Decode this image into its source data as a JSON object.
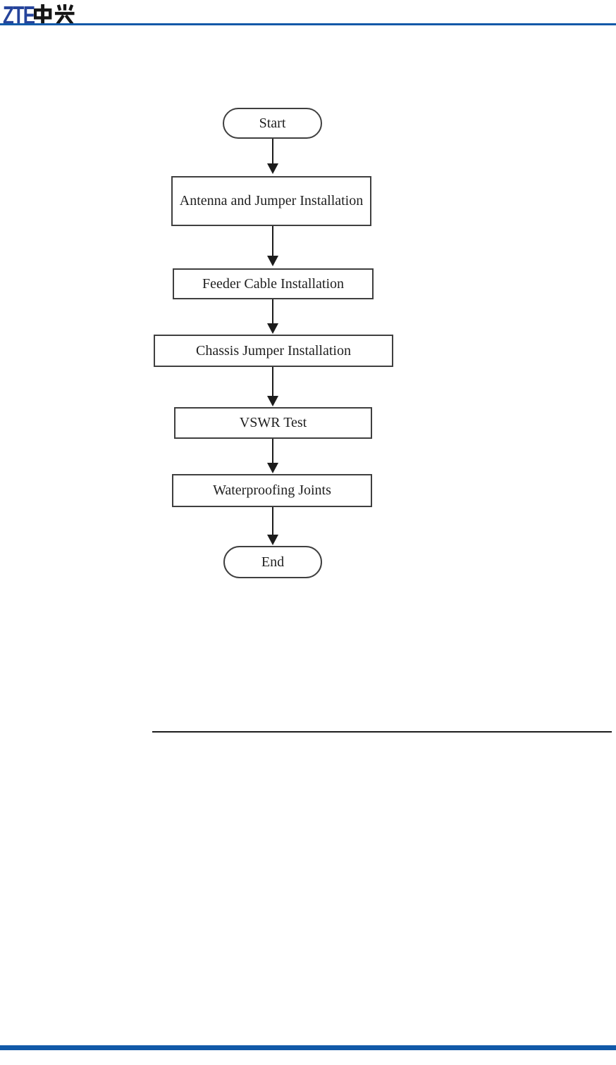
{
  "logo": {
    "latin": "ZTE",
    "cjk": "中兴",
    "latin_color": "#26449B",
    "cjk_color": "#161616"
  },
  "rules": {
    "header_rule_color": "#1159A8",
    "footer_bar_color": "#1159A8",
    "divider_color": "#1c1c1c"
  },
  "flowchart": {
    "stroke_color": "#3f3f3f",
    "arrow_color": "#1c1c1c",
    "text_color": "#1f1f1f",
    "nodes": [
      {
        "type": "terminator",
        "label": "Start"
      },
      {
        "type": "process",
        "label": "Antenna and Jumper Installation"
      },
      {
        "type": "process",
        "label": "Feeder Cable Installation"
      },
      {
        "type": "process",
        "label": "Chassis Jumper Installation"
      },
      {
        "type": "process",
        "label": "VSWR Test"
      },
      {
        "type": "process",
        "label": "Waterproofing Joints"
      },
      {
        "type": "terminator",
        "label": "End"
      }
    ],
    "edges": [
      {
        "from": "Start",
        "to": "Antenna and Jumper Installation"
      },
      {
        "from": "Antenna and Jumper Installation",
        "to": "Feeder Cable Installation"
      },
      {
        "from": "Feeder Cable Installation",
        "to": "Chassis Jumper Installation"
      },
      {
        "from": "Chassis Jumper Installation",
        "to": "VSWR Test"
      },
      {
        "from": "VSWR Test",
        "to": "Waterproofing Joints"
      },
      {
        "from": "Waterproofing Joints",
        "to": "End"
      }
    ]
  }
}
